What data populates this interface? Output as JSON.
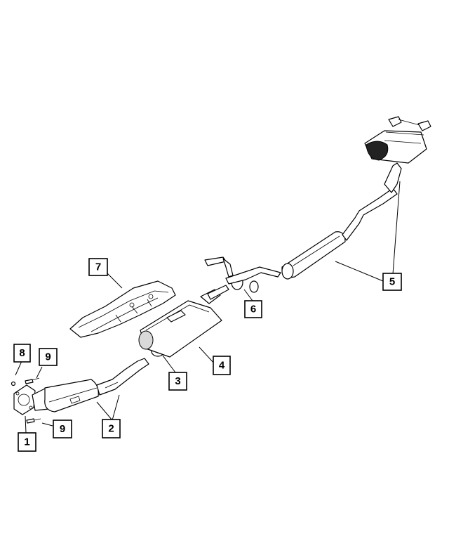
{
  "callouts": [
    {
      "id": "1",
      "label": "1"
    },
    {
      "id": "2",
      "label": "2"
    },
    {
      "id": "3",
      "label": "3"
    },
    {
      "id": "4",
      "label": "4"
    },
    {
      "id": "5",
      "label": "5"
    },
    {
      "id": "6",
      "label": "6"
    },
    {
      "id": "7",
      "label": "7"
    },
    {
      "id": "8",
      "label": "8"
    },
    {
      "id": "9a",
      "label": "9"
    },
    {
      "id": "9b",
      "label": "9"
    }
  ]
}
